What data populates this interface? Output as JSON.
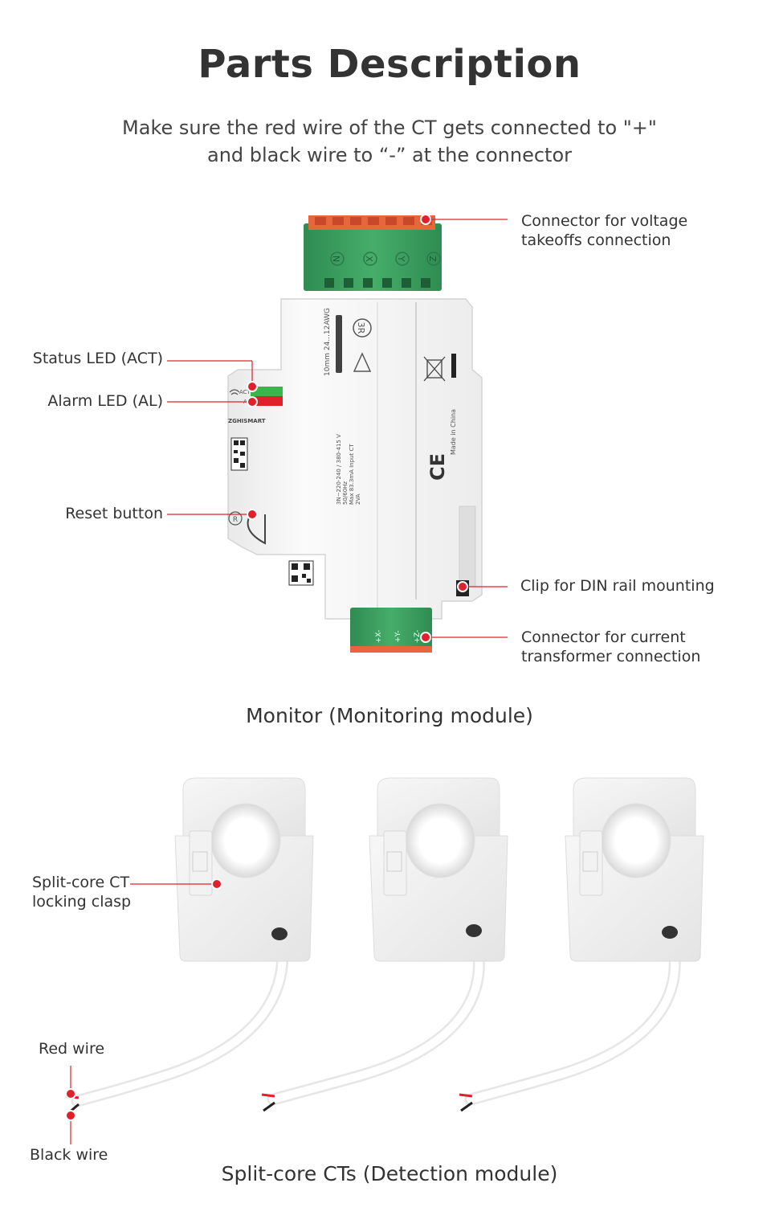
{
  "header": {
    "title": "Parts Description",
    "subtitle_line1": "Make sure the red wire of the CT gets connected to \"+\"",
    "subtitle_line2": "and black wire to “-” at the connector"
  },
  "monitor": {
    "caption": "Monitor (Monitoring module)",
    "callouts": {
      "voltage_connector_line1": "Connector for voltage",
      "voltage_connector_line2": "takeoffs connection",
      "status_led": "Status LED (ACT)",
      "alarm_led": "Alarm LED (AL)",
      "reset_button": "Reset button",
      "din_clip": "Clip for DIN rail mounting",
      "ct_connector_line1": "Connector for current",
      "ct_connector_line2": "transformer connection"
    },
    "device_text": {
      "brand": "ZGHISMART",
      "act": "ACT",
      "al": "AL",
      "reset": "R",
      "wire_spec": "10mm  24...12AWG",
      "rating": "3N~220-240 / 380-415 V",
      "freq": "50/60Hz",
      "input": "Max 83.3mA Input CT",
      "power": "2VA",
      "made_in": "Made in China",
      "ce": "CE",
      "cert": "3R",
      "top_terminals": [
        "N",
        "X",
        "Y",
        "Z"
      ],
      "bottom_terminals": [
        "+X-",
        "+Y-",
        "+Z-"
      ]
    }
  },
  "ct": {
    "caption": "Split-core CTs (Detection module)",
    "callouts": {
      "clasp_line1": "Split-core CT",
      "clasp_line2": "locking clasp",
      "red_wire": "Red wire",
      "black_wire": "Black wire"
    }
  },
  "colors": {
    "accent_red": "#e0202a",
    "terminal_green": "#3a9a5c",
    "terminal_orange": "#e0663a",
    "led_green": "#39b54a",
    "device_white": "#f4f4f4"
  }
}
